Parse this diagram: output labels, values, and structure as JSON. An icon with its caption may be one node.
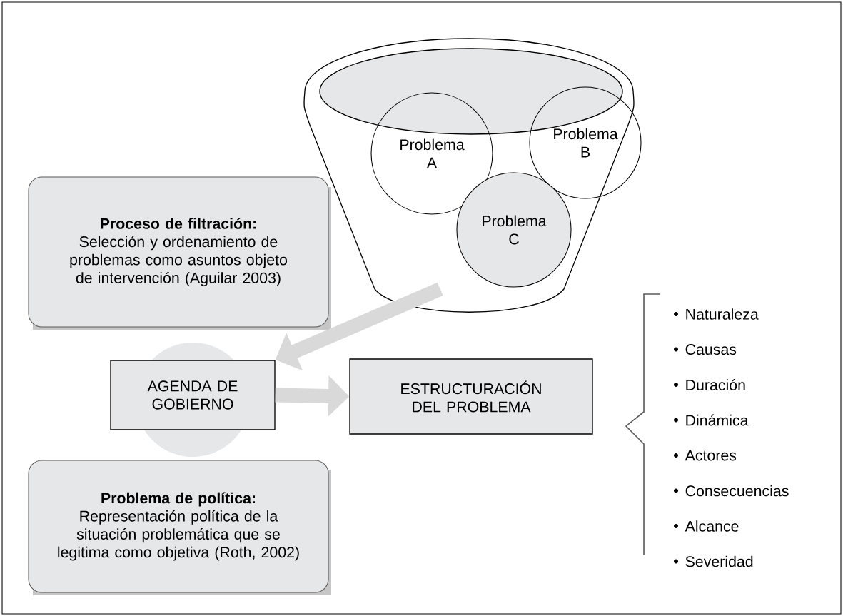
{
  "diagram": {
    "nodes": [
      {
        "text": [],
        "shape": "funnel"
      },
      {
        "text": [],
        "shape": "ellipse",
        "in": 0
      },
      {
        "text": [
          "Problema A"
        ],
        "in": 0
      },
      {
        "text": [
          "Problema B"
        ],
        "in": 0
      },
      {
        "text": [
          "Problema C"
        ],
        "in": 0
      },
      {
        "text": [
          "Proceso de filtración:",
          "Selección y ordenamiento de problemas como asuntos objeto de intervención (Aguilar 2003)"
        ]
      },
      {
        "text": [
          "AGENDA DE GOBIERNO"
        ]
      },
      {
        "text": [
          "ESTRUCTURACIÓN DEL PROBLEMA"
        ]
      },
      {
        "text": [
          "Problema de política:",
          "Representación política de la situación problemática que se legitima como objetiva (Roth, 2002)"
        ]
      }
    ],
    "edges": [
      {
        "from": 0,
        "to": 6,
        "arrow": "to"
      },
      {
        "from": 6,
        "to": 7,
        "arrow": "to"
      }
    ],
    "labels": [
      "Naturaleza",
      "Causas",
      "Duración",
      "Dinámica",
      "Actores",
      "Consecuencias",
      "Alcance",
      "Severidad"
    ]
  }
}
